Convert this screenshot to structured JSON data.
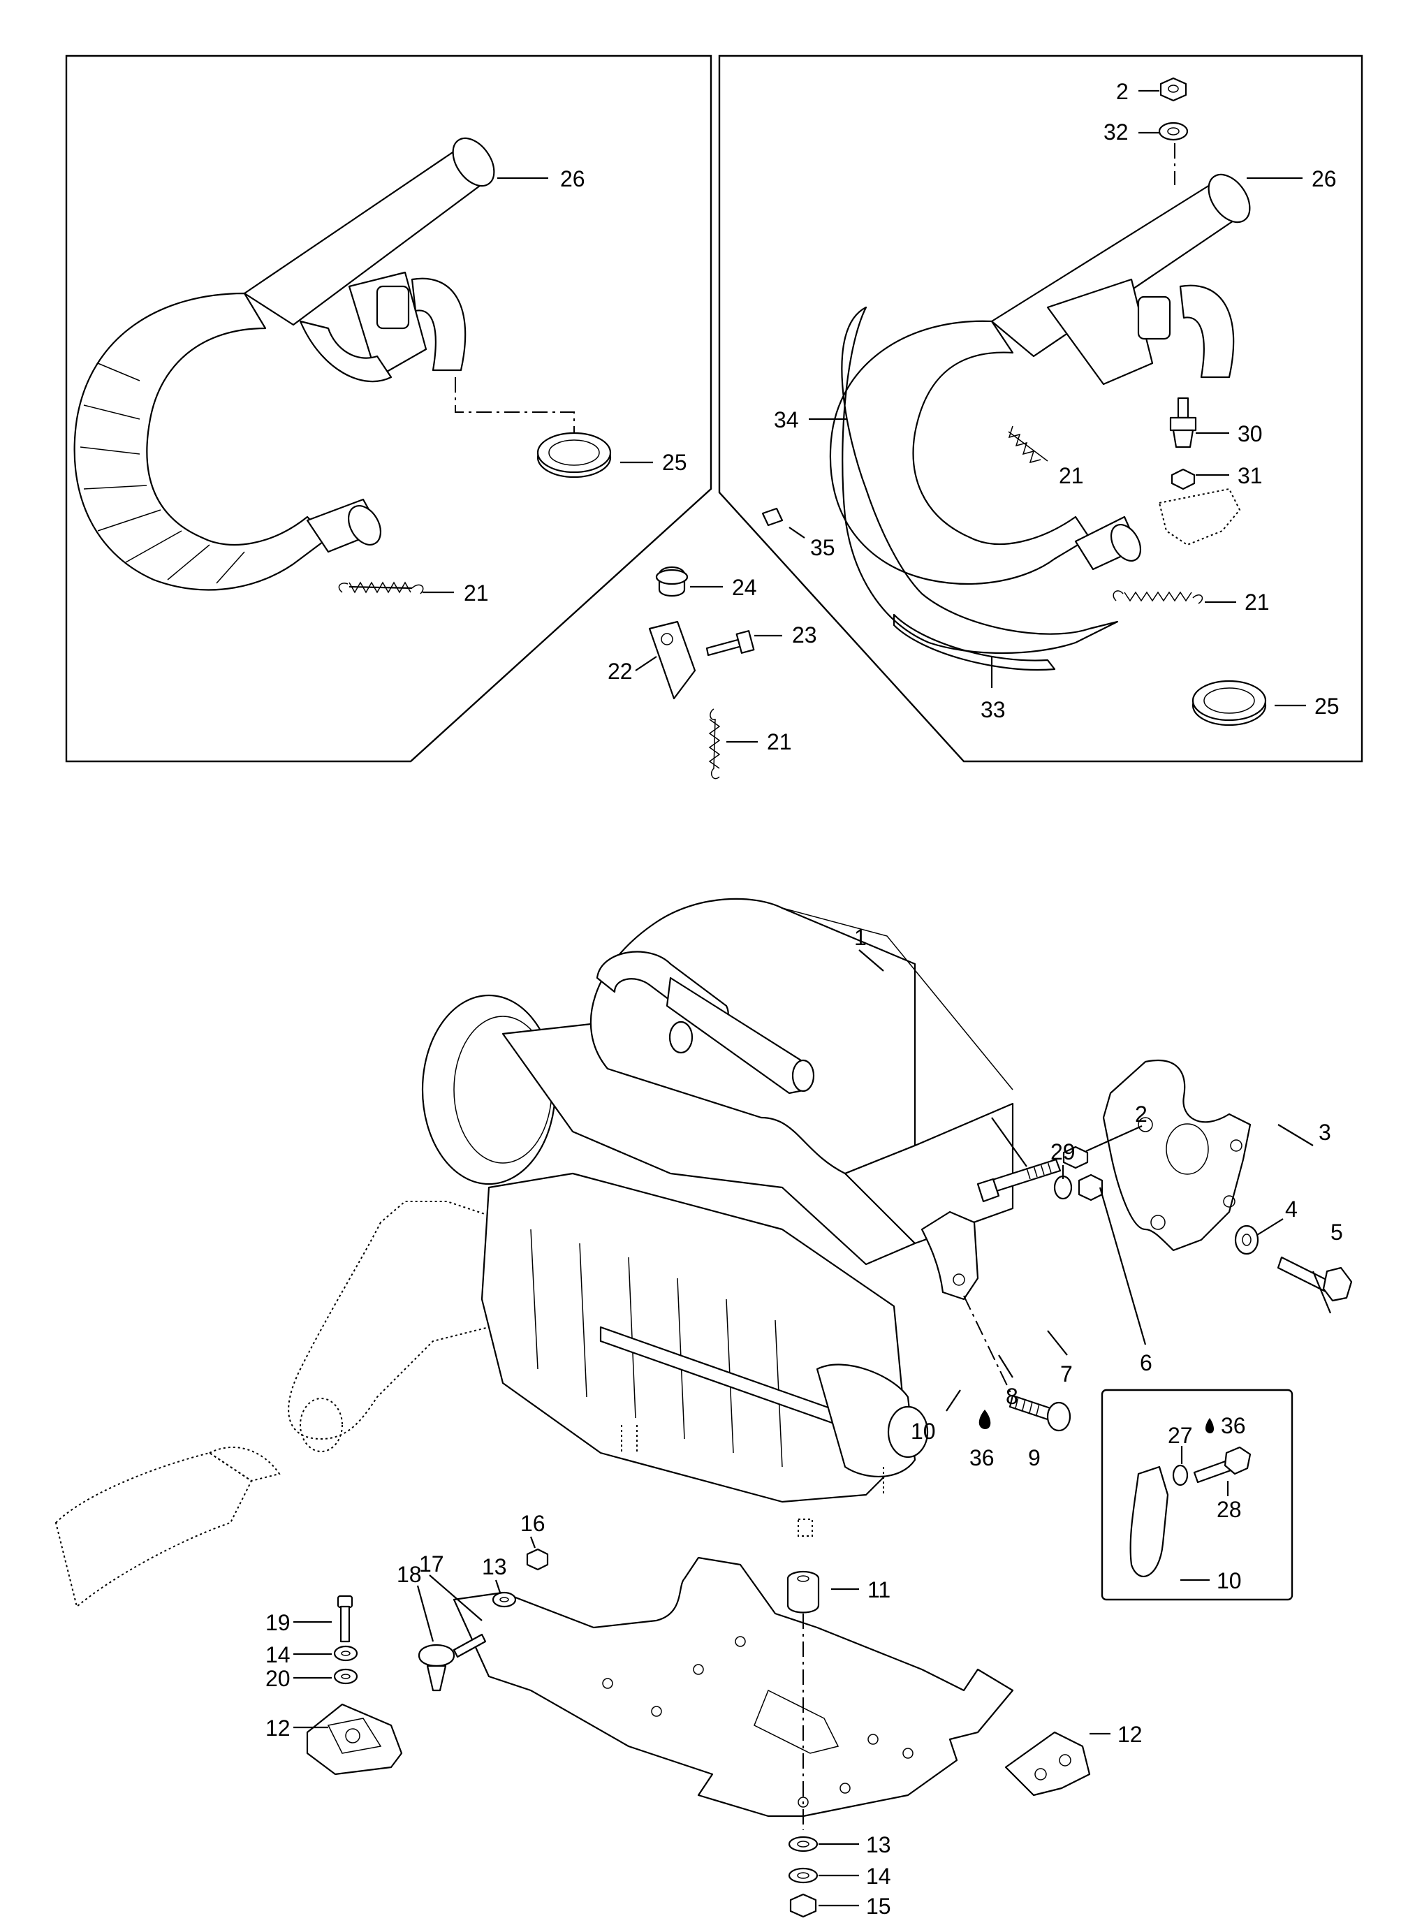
{
  "callouts": [
    {
      "id": "c-26-left",
      "text": "26"
    },
    {
      "id": "c-25-left",
      "text": "25"
    },
    {
      "id": "c-21-left",
      "text": "21"
    },
    {
      "id": "c-24",
      "text": "24"
    },
    {
      "id": "c-23",
      "text": "23"
    },
    {
      "id": "c-22",
      "text": "22"
    },
    {
      "id": "c-21-mid",
      "text": "21"
    },
    {
      "id": "c-2-top",
      "text": "2"
    },
    {
      "id": "c-32",
      "text": "32"
    },
    {
      "id": "c-26-right",
      "text": "26"
    },
    {
      "id": "c-34",
      "text": "34"
    },
    {
      "id": "c-30",
      "text": "30"
    },
    {
      "id": "c-21-right-a",
      "text": "21"
    },
    {
      "id": "c-31",
      "text": "31"
    },
    {
      "id": "c-35",
      "text": "35"
    },
    {
      "id": "c-21-right-b",
      "text": "21"
    },
    {
      "id": "c-33",
      "text": "33"
    },
    {
      "id": "c-25-right",
      "text": "25"
    },
    {
      "id": "c-1",
      "text": "1"
    },
    {
      "id": "c-3",
      "text": "3"
    },
    {
      "id": "c-2-mid",
      "text": "2"
    },
    {
      "id": "c-29",
      "text": "29"
    },
    {
      "id": "c-4",
      "text": "4"
    },
    {
      "id": "c-5",
      "text": "5"
    },
    {
      "id": "c-6",
      "text": "6"
    },
    {
      "id": "c-7",
      "text": "7"
    },
    {
      "id": "c-8",
      "text": "8"
    },
    {
      "id": "c-27",
      "text": "27"
    },
    {
      "id": "c-36-inset",
      "text": "36"
    },
    {
      "id": "c-28",
      "text": "28"
    },
    {
      "id": "c-10-inset",
      "text": "10"
    },
    {
      "id": "c-10",
      "text": "10"
    },
    {
      "id": "c-36",
      "text": "36"
    },
    {
      "id": "c-9",
      "text": "9"
    },
    {
      "id": "c-16",
      "text": "16"
    },
    {
      "id": "c-13-top",
      "text": "13"
    },
    {
      "id": "c-17",
      "text": "17"
    },
    {
      "id": "c-11",
      "text": "11"
    },
    {
      "id": "c-18",
      "text": "18"
    },
    {
      "id": "c-19",
      "text": "19"
    },
    {
      "id": "c-14-left",
      "text": "14"
    },
    {
      "id": "c-20",
      "text": "20"
    },
    {
      "id": "c-12-left",
      "text": "12"
    },
    {
      "id": "c-12-right",
      "text": "12"
    },
    {
      "id": "c-13-bottom",
      "text": "13"
    },
    {
      "id": "c-14-bottom",
      "text": "14"
    },
    {
      "id": "c-15",
      "text": "15"
    }
  ]
}
